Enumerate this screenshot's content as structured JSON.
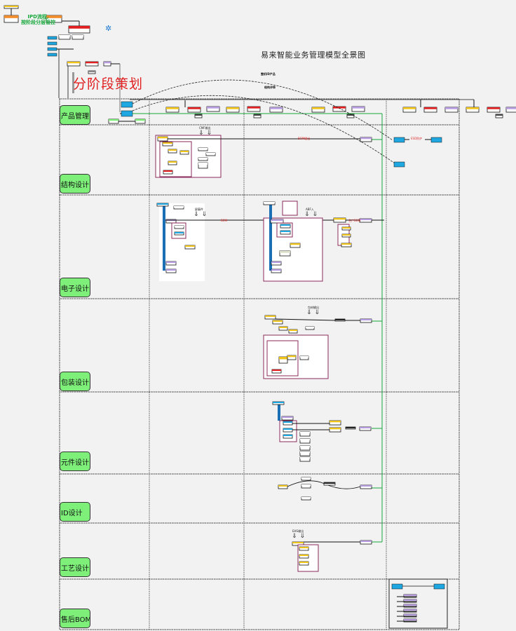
{
  "diagram": {
    "title": "易来智能业务管理模型全景图",
    "phase_title": "分阶段策划",
    "green_note_lines": [
      "IPD流程,",
      "按阶段分层管控"
    ],
    "arc_labels": [
      "整机ID产品",
      "结构评审"
    ],
    "lanes": [
      {
        "id": "product",
        "label": "产品管理"
      },
      {
        "id": "structure",
        "label": "结构设计"
      },
      {
        "id": "electronic",
        "label": "电子设计"
      },
      {
        "id": "packaging",
        "label": "包装设计"
      },
      {
        "id": "component",
        "label": "元件设计"
      },
      {
        "id": "id",
        "label": "ID设计"
      },
      {
        "id": "process",
        "label": "工艺设计"
      },
      {
        "id": "aftersales",
        "label": "售后BOM"
      }
    ],
    "flow_labels": {
      "cmf": "CMF输出",
      "bom_out": "BOM输出",
      "shield": "屏蔽件",
      "bom_lite": "BOM",
      "abf": "ABF入",
      "afbom": "生产BOM",
      "pack": "包材输出",
      "esd": "ESD防护",
      "process_in": "EHS输出"
    },
    "legend_colors": {
      "lane_fill": "#7ef07a",
      "title_red": "#e02020",
      "main_flow_green": "#18a83c",
      "container_border": "#8b2a5a",
      "timeline_blue": "#1a6fb5",
      "node_cyan": "#1ea7e1",
      "node_gold": "#f0c419",
      "node_orange": "#f08c2a",
      "node_red": "#e02020",
      "node_purple": "#b79be0"
    }
  }
}
